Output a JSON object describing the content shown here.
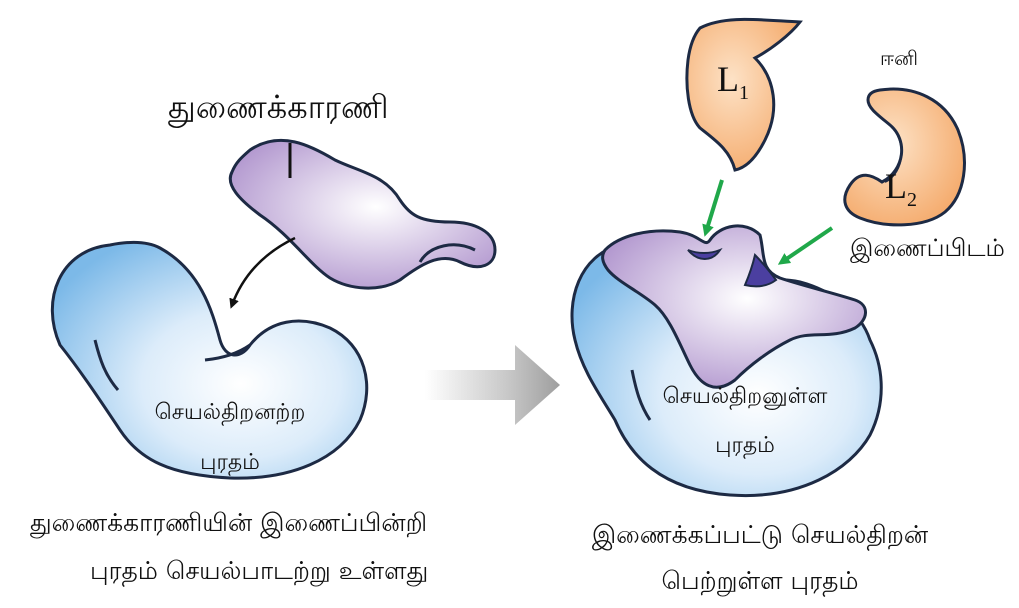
{
  "labels": {
    "cofactor": "துணைக்காரணி",
    "ligand_top": "ஈனி",
    "binding_site": "இணைப்பிடம்",
    "inactive_protein_line1": "செயல்திறனற்ற",
    "inactive_protein_line2": "புரதம்",
    "active_protein_line1": "செயல்திறனுள்ள",
    "active_protein_line2": "புரதம்",
    "ligand1_letter": "L",
    "ligand1_sub": "1",
    "ligand2_letter": "L",
    "ligand2_sub": "2"
  },
  "captions": {
    "left_line1": "துணைக்காரணியின் இணைப்பின்றி",
    "left_line2": "புரதம் செயல்பாடற்று உள்ளது",
    "right_line1": "இணைக்கப்பட்டு செயல்திறன்",
    "right_line2": "பெற்றுள்ள புரதம்"
  },
  "colors": {
    "protein_fill": "#cfe6f8",
    "protein_edge": "#1d2a44",
    "cofactor_fill": "#c7b2d9",
    "ligand_fill": "#f7bf8c",
    "binding_pocket": "#4b3fa0",
    "green_arrow": "#20a84a",
    "grey_arrow": "#b8b8b8"
  }
}
